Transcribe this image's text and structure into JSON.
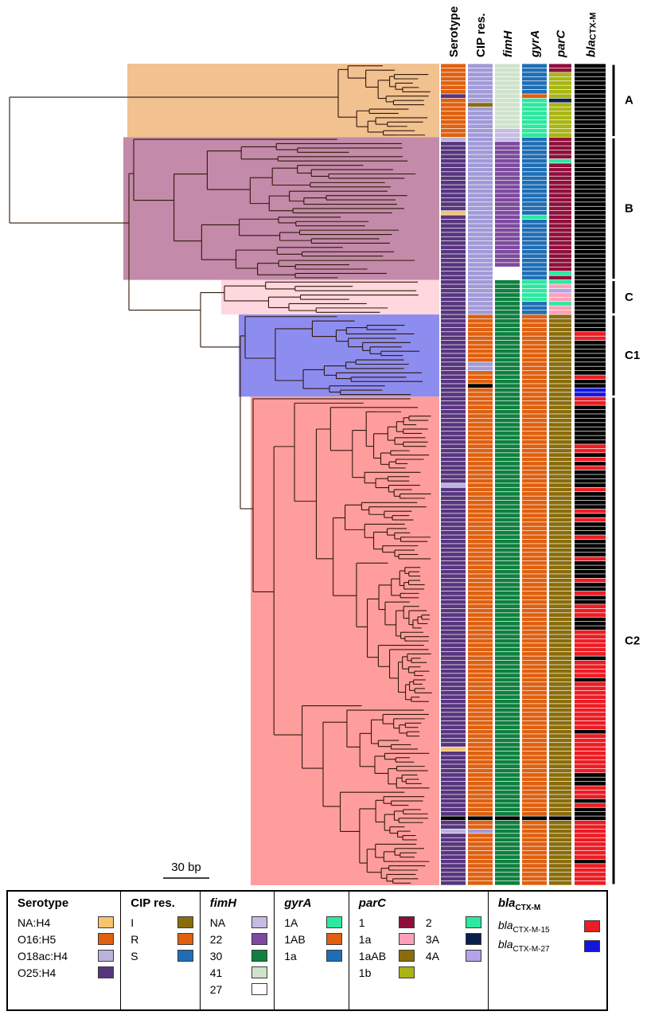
{
  "figure": {
    "headers": [
      {
        "id": "serotype",
        "text": "Serotype",
        "italic": false
      },
      {
        "id": "cip",
        "text": "CIP res.",
        "italic": false
      },
      {
        "id": "fimH",
        "text": "fimH",
        "italic": true
      },
      {
        "id": "gyrA",
        "text": "gyrA",
        "italic": true
      },
      {
        "id": "parC",
        "text": "parC",
        "italic": true
      },
      {
        "id": "bla",
        "text": "blaCTX-M",
        "italic": true,
        "main": "bla",
        "sub": "CTX-M"
      }
    ],
    "scale_bar": {
      "label": "30 bp"
    },
    "tree_color": "#30180a"
  },
  "palette": {
    "o": "#e0600f",
    "n": "#f6c46d",
    "l": "#b9b3dc",
    "p": "#57357f",
    "c": "#a09ad8",
    "i": "#8a6d0b",
    "b": "#1f6eb5",
    "v": "#c6bbe2",
    "u": "#7d4a9e",
    "g": "#0e8040",
    "e": "#cfe3cb",
    "w": "#ffffff",
    "t": "#2de8a0",
    "m": "#8f0f3c",
    "k": "#ffa0b8",
    "y": "#a9b512",
    "d": "#0a1f4d",
    "q": "#b3a3e8",
    "K": "#000000",
    "R": "#ec1c24",
    "B": "#1515e0"
  },
  "chart_data": {
    "type": "heatmap",
    "description": "Phylogenetic tree of isolates with clade highlights and per-isolate annotation tracks; cell strings are run-length encoded rows top-to-bottom using palette keys.",
    "tracks": [
      "Serotype",
      "CIP res.",
      "fimH",
      "gyrA",
      "parC",
      "blaCTX-M"
    ],
    "clades": [
      {
        "name": "A",
        "rows": 17,
        "highlight": "#f1c190",
        "cells": {
          "serotype": "7o p 9o",
          "cip": "9c i 7c",
          "fimH": "15e 2v",
          "gyrA": "7b o 9t",
          "parC": "2m 6y d 8y",
          "bla": "17K"
        }
      },
      {
        "name": "B",
        "rows": 33,
        "highlight": "#c38aa9",
        "cells": {
          "serotype": "l 16p n 15p",
          "cip": "33c",
          "fimH": "v 29u 3w",
          "gyrA": "18b t 14b",
          "parC": "5m t 25m t m",
          "bla": "33K"
        }
      },
      {
        "name": "C",
        "rows": 8,
        "highlight": "#ffd7de",
        "cells": {
          "serotype": "8p",
          "cip": "8c",
          "fimH": "8g",
          "gyrA": "5t 3b",
          "parC": "t k q 2k t 2k",
          "bla": "8K"
        }
      },
      {
        "name": "C1",
        "rows": 19,
        "highlight": "#8d8df0",
        "cells": {
          "serotype": "19p",
          "cip": "11o 2c 3o K 2o",
          "fimH": "19g",
          "gyrA": "19o",
          "parC": "19i",
          "bla": "4K 2R 8K R 2K 2B"
        }
      },
      {
        "name": "C2",
        "rows": 113,
        "highlight": "#ff9d9d",
        "cells": {
          "serotype": "20p l 60p n 15p K 2p l 12p",
          "cip": "97o K 2o c 12o",
          "fimH": "97g K 15g",
          "gyrA": "97o K 15o",
          "parC": "97i K 15i",
          "bla": "2R 9K 2R K R K R 4K R 4K R K R 3K R 4K R 4K R 2K R 2K 3R 3K 6R K 4R K 11R K 9R 3K 3R K R 3K 9R K 5R"
        }
      }
    ]
  },
  "legend": {
    "sections": [
      {
        "id": "serotype",
        "title": "Serotype",
        "italic": false,
        "items": [
          {
            "label": "NA:H4",
            "color": "#f6c46d"
          },
          {
            "label": "O16:H5",
            "color": "#e0600f"
          },
          {
            "label": "O18ac:H4",
            "color": "#b9b3dc"
          },
          {
            "label": "O25:H4",
            "color": "#57357f"
          }
        ]
      },
      {
        "id": "cip",
        "title": "CIP res.",
        "italic": false,
        "items": [
          {
            "label": "I",
            "color": "#8a6d0b"
          },
          {
            "label": "R",
            "color": "#e0600f"
          },
          {
            "label": "S",
            "color": "#1f6eb5"
          }
        ]
      },
      {
        "id": "fimH",
        "title": "fimH",
        "italic": true,
        "items": [
          {
            "label": "NA",
            "color": "#c6bbe2"
          },
          {
            "label": "22",
            "color": "#7d4a9e"
          },
          {
            "label": "30",
            "color": "#0e8040"
          },
          {
            "label": "41",
            "color": "#cfe3cb"
          },
          {
            "label": "27",
            "color": "#ffffff"
          }
        ]
      },
      {
        "id": "gyrA",
        "title": "gyrA",
        "italic": true,
        "items": [
          {
            "label": "1A",
            "color": "#2de8a0"
          },
          {
            "label": "1AB",
            "color": "#e0600f"
          },
          {
            "label": "1a",
            "color": "#1f6eb5"
          }
        ]
      },
      {
        "id": "parC",
        "title": "parC",
        "italic": true,
        "columns": [
          [
            {
              "label": "1",
              "color": "#8f0f3c"
            },
            {
              "label": "1a",
              "color": "#ffa0b8"
            },
            {
              "label": "1aAB",
              "color": "#8a6d0b"
            },
            {
              "label": "1b",
              "color": "#a9b512"
            }
          ],
          [
            {
              "label": "2",
              "color": "#2de8a0"
            },
            {
              "label": "3A",
              "color": "#0a1f4d"
            },
            {
              "label": "4A",
              "color": "#b3a3e8"
            }
          ]
        ]
      },
      {
        "id": "bla",
        "title": "blaCTX-M",
        "title_main": "bla",
        "title_sub": "CTX-M",
        "items": [
          {
            "label_main": "bla",
            "label_sub": "CTX-M-15",
            "color": "#ec1c24"
          },
          {
            "label_main": "bla",
            "label_sub": "CTX-M-27",
            "color": "#1515e0"
          }
        ]
      }
    ]
  }
}
